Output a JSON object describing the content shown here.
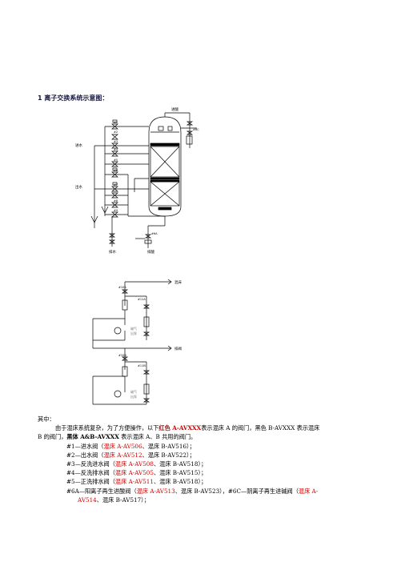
{
  "heading": "1 离子交换系统示意图：",
  "diagram1": {
    "labels": {
      "top_right": "进酸",
      "valve_6c": "#6C",
      "left_in": "进水",
      "left_mid": "出水",
      "bottom_left": "排水",
      "bottom_right": "排酸",
      "valve_6a": "#6A",
      "valves": [
        "#1",
        "#2",
        "#3",
        "#4",
        "#5",
        "#6",
        "#7",
        "#8",
        "#9"
      ]
    }
  },
  "diagram2": {
    "labels": {
      "to_acid": "混床",
      "drain": "排阀",
      "label_1": "#10A",
      "label_2": "#11A",
      "label_3": "#10B",
      "label_4": "#11B",
      "air1_a": "碱气",
      "air1_b": "出泵",
      "air2_a": "碱气",
      "air2_b": "出泵"
    }
  },
  "text": {
    "line0": "其中：",
    "line1_a": "由于混床系统复杂，为了方便操作，以下",
    "line1_red": "红色 A-AVXXX",
    "line1_b": "表示混床 A 的阀门，黑色 B-AVXXX 表示混床",
    "line2_a": "B 的阀门，",
    "line2_bold": "黑体 A&B-AVXXX",
    "line2_b": " 表示混床 A、B 共用的阀门。",
    "l3_a": "#1—进水阀（",
    "l3_red": "混床 A-AV506",
    "l3_b": "、混床 B-AV516）；",
    "l4_a": "#2—出水阀（",
    "l4_red": "混床 A-AV512",
    "l4_b": "、混床 B-AV522）；",
    "l5_a": "#3—反洗进水阀（",
    "l5_red": "混床 A-AV508",
    "l5_b": "、混床 B-AV518）；",
    "l6_a": "#4—反洗排水阀（",
    "l6_red": "混床 A-AV505",
    "l6_b": "、混床 B-AV515）；",
    "l7_a": "#5—正洗排水阀（",
    "l7_red": "混床 A-AV511",
    "l7_b": "、混床 B-AV518）；",
    "l8_a": "#6A—阳离子再生进酸阀（",
    "l8_red": "混床 A-AV513",
    "l8_b": "、混床 B-AV523），#6C—阴离子再生进碱阀（",
    "l8_red2": "混床 A-",
    "l9_red": "AV514",
    "l9_b": "、混床 B-AV517）；"
  }
}
